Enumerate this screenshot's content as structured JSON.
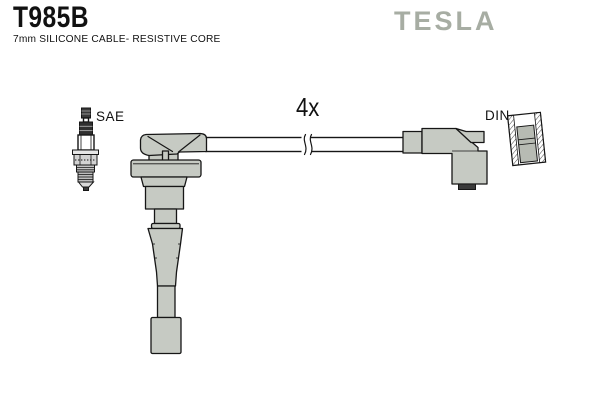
{
  "header": {
    "part_number": "T985B",
    "description": "7mm SILICONE CABLE- RESISTIVE CORE",
    "brand": "TESLA"
  },
  "diagram": {
    "quantity": "4x",
    "connector_a_label": "SAE",
    "connector_b_label": "DIN"
  },
  "colors": {
    "background": "#ffffff",
    "boot_gray": "#c6cac3",
    "part_light": "#d9d9d9",
    "dark_part": "#3a3a3a",
    "outline": "#161616",
    "brand_gray": "#a7ada3",
    "inner_contact": "#b7bbb3"
  }
}
